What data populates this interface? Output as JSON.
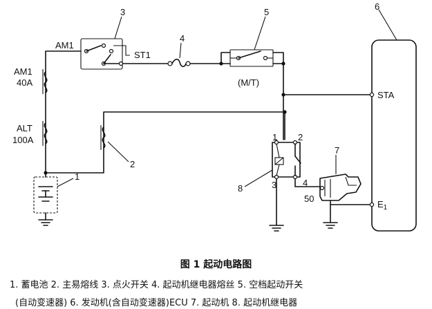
{
  "labels": {
    "am1": "AM1",
    "am1_fuse": "AM1",
    "am1_fuse_rating": "40A",
    "alt_fuse": "ALT",
    "alt_fuse_rating": "100A",
    "st1": "ST1",
    "mt": "(M/T)",
    "sta": "STA",
    "e1_main": "E",
    "e1_sub": "1",
    "pin1": "1",
    "pin2": "2",
    "pin3": "3",
    "pin4": "4",
    "terminal50": "50"
  },
  "numbers": {
    "n1": "1",
    "n2": "2",
    "n3": "3",
    "n4": "4",
    "n5": "5",
    "n6": "6",
    "n7": "7",
    "n8": "8"
  },
  "caption": "图 1  起动电路图",
  "legend_line1": "1. 蓄电池  2. 主易熔线  3. 点火开关  4. 起动机继电器熔丝  5. 空档起动开关",
  "legend_line2": "(自动变速器)  6. 发动机(含自动变速器)ECU  7. 起动机  8. 起动机继电器"
}
